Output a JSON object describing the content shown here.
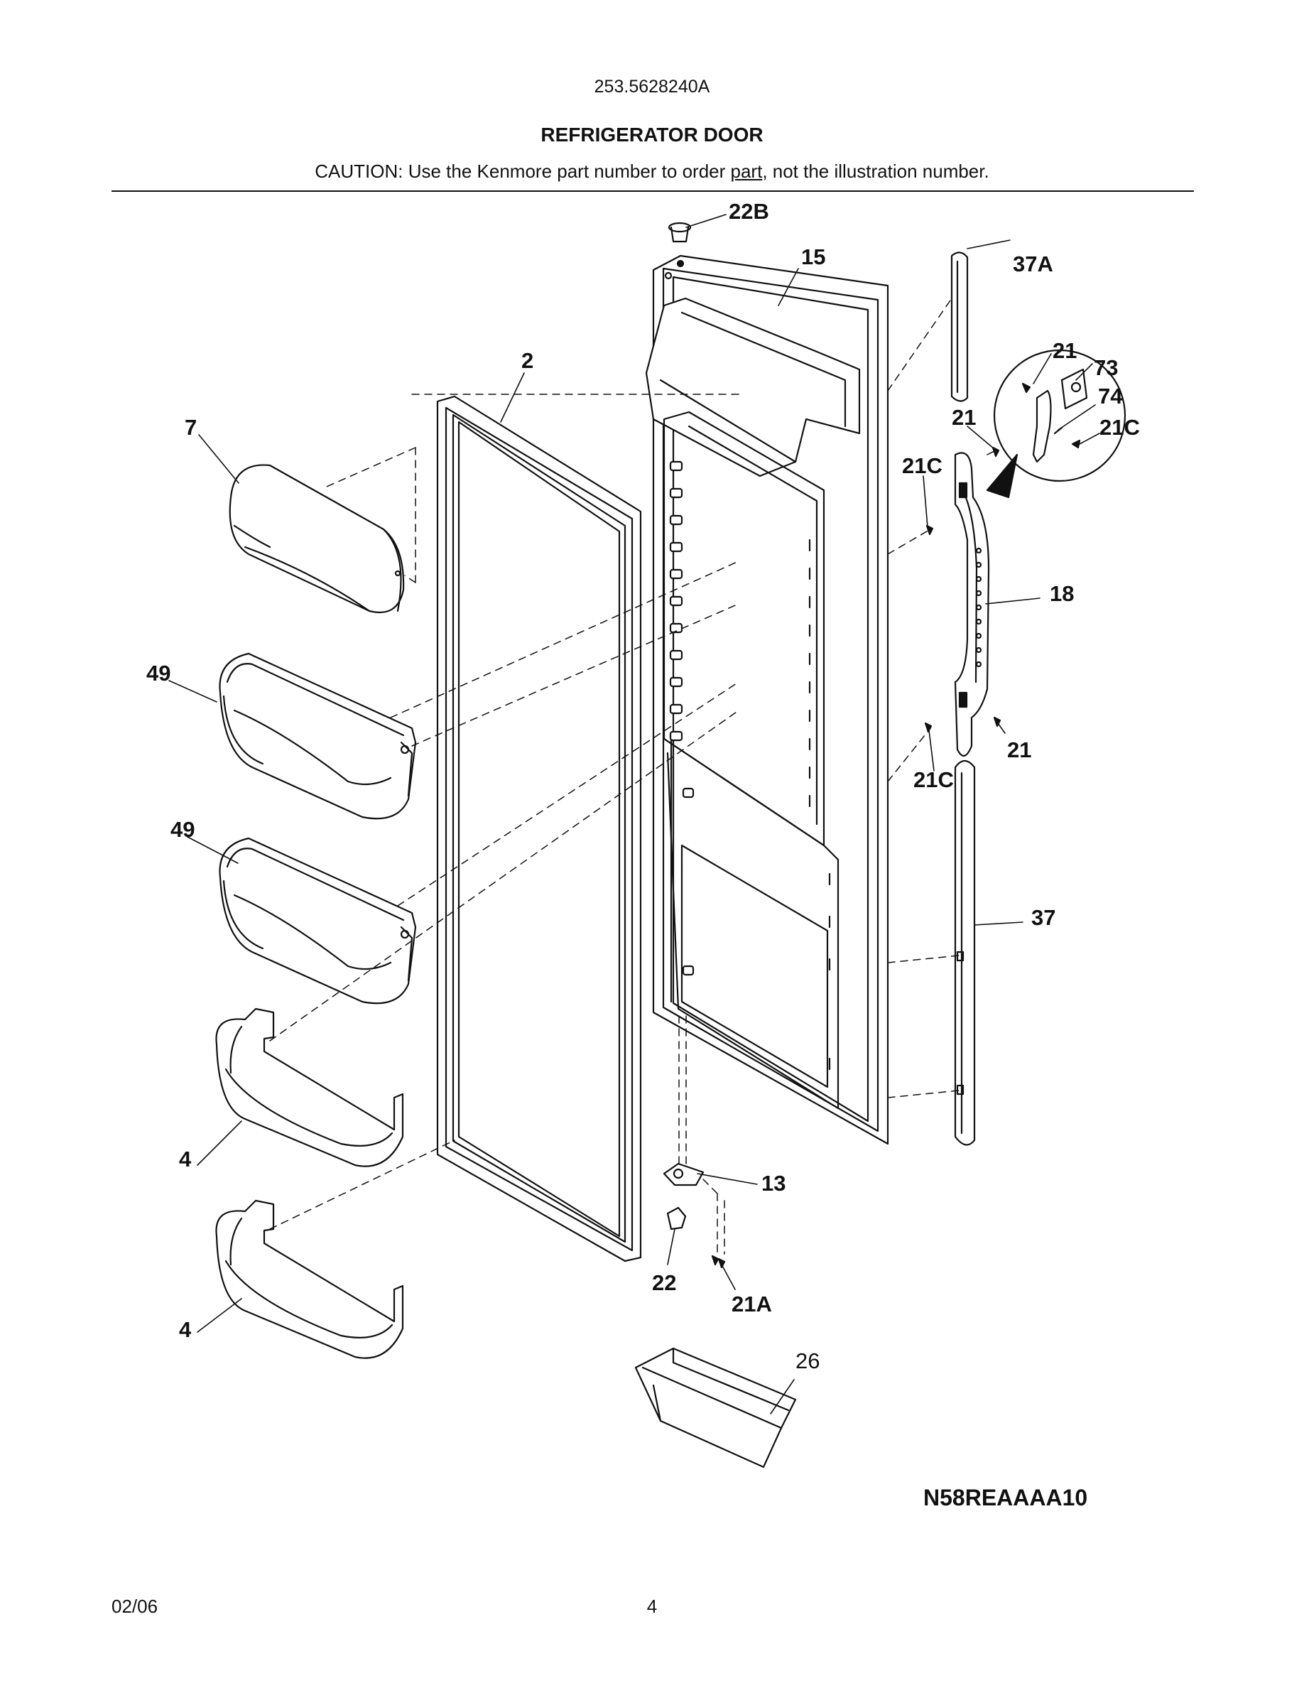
{
  "header": {
    "model_number": "253.5628240A",
    "section_title": "REFRIGERATOR DOOR",
    "caution_before": "CAUTION: Use the Kenmore part number to order ",
    "caution_underlined": "part",
    "caution_after": ", not the illustration number."
  },
  "callouts": {
    "c22B": "22B",
    "c15": "15",
    "c37A": "37A",
    "c2": "2",
    "c7": "7",
    "c21_top": "21",
    "c73": "73",
    "c74": "74",
    "c21C_inset": "21C",
    "c21_mid": "21",
    "c21C_upper": "21C",
    "c18": "18",
    "c49_a": "49",
    "c49_b": "49",
    "c21_lower": "21",
    "c21C_lower": "21C",
    "c37": "37",
    "c4_a": "4",
    "c4_b": "4",
    "c13": "13",
    "c22": "22",
    "c21A": "21A",
    "c26": "26"
  },
  "drawing_code": "N58REAAAA10",
  "footer": {
    "date": "02/06",
    "page_number": "4"
  }
}
